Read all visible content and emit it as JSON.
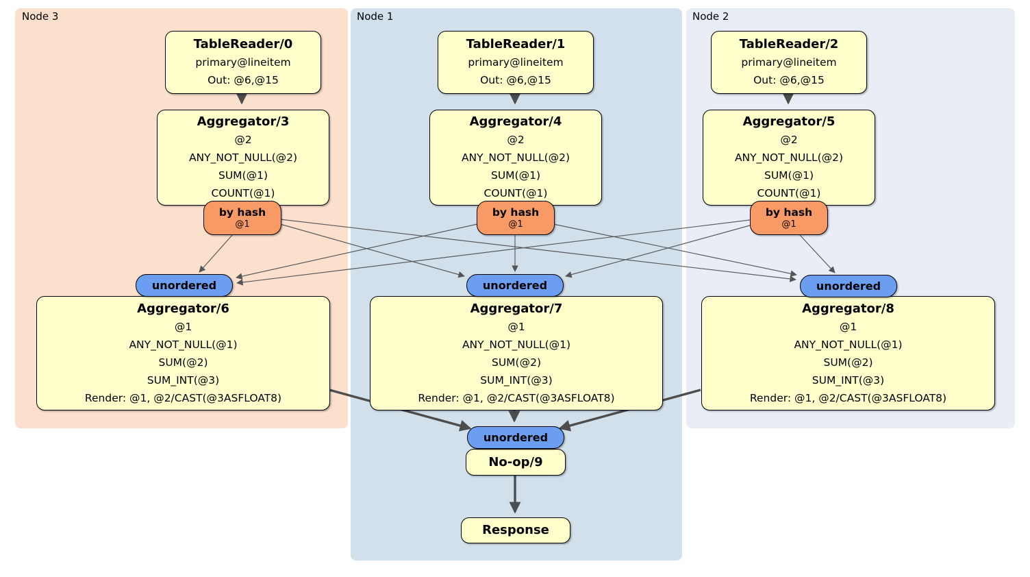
{
  "nodes": [
    {
      "label": "Node 3",
      "table_reader": {
        "title": "TableReader/0",
        "index": "primary@lineitem",
        "out": "Out: @6,@15"
      },
      "aggregator_top": {
        "title": "Aggregator/3",
        "lines": [
          "@2",
          "ANY_NOT_NULL(@2)",
          "SUM(@1)",
          "COUNT(@1)"
        ]
      },
      "router": {
        "label": "by hash",
        "detail": "@1"
      },
      "stream": {
        "label": "unordered"
      },
      "aggregator_bottom": {
        "title": "Aggregator/6",
        "lines": [
          "@1",
          "ANY_NOT_NULL(@1)",
          "SUM(@2)",
          "SUM_INT(@3)",
          "Render: @1, @2/CAST(@3ASFLOAT8)"
        ]
      }
    },
    {
      "label": "Node 1",
      "table_reader": {
        "title": "TableReader/1",
        "index": "primary@lineitem",
        "out": "Out: @6,@15"
      },
      "aggregator_top": {
        "title": "Aggregator/4",
        "lines": [
          "@2",
          "ANY_NOT_NULL(@2)",
          "SUM(@1)",
          "COUNT(@1)"
        ]
      },
      "router": {
        "label": "by hash",
        "detail": "@1"
      },
      "stream": {
        "label": "unordered"
      },
      "aggregator_bottom": {
        "title": "Aggregator/7",
        "lines": [
          "@1",
          "ANY_NOT_NULL(@1)",
          "SUM(@2)",
          "SUM_INT(@3)",
          "Render: @1, @2/CAST(@3ASFLOAT8)"
        ]
      }
    },
    {
      "label": "Node 2",
      "table_reader": {
        "title": "TableReader/2",
        "index": "primary@lineitem",
        "out": "Out: @6,@15"
      },
      "aggregator_top": {
        "title": "Aggregator/5",
        "lines": [
          "@2",
          "ANY_NOT_NULL(@2)",
          "SUM(@1)",
          "COUNT(@1)"
        ]
      },
      "router": {
        "label": "by hash",
        "detail": "@1"
      },
      "stream": {
        "label": "unordered"
      },
      "aggregator_bottom": {
        "title": "Aggregator/8",
        "lines": [
          "@1",
          "ANY_NOT_NULL(@1)",
          "SUM(@2)",
          "SUM_INT(@3)",
          "Render: @1, @2/CAST(@3ASFLOAT8)"
        ]
      }
    }
  ],
  "sink": {
    "stream": {
      "label": "unordered"
    },
    "noop": {
      "title": "No-op/9"
    },
    "response": {
      "title": "Response"
    }
  },
  "colors": {
    "node3_bg": "#fce0ce",
    "node1_bg": "#d2e0ec",
    "node2_bg": "#e9edf6",
    "operator_bg": "#ffffcc",
    "router_bg": "#f79a66",
    "stream_bg": "#6b9ef1",
    "edge": "#4d4d4d"
  }
}
